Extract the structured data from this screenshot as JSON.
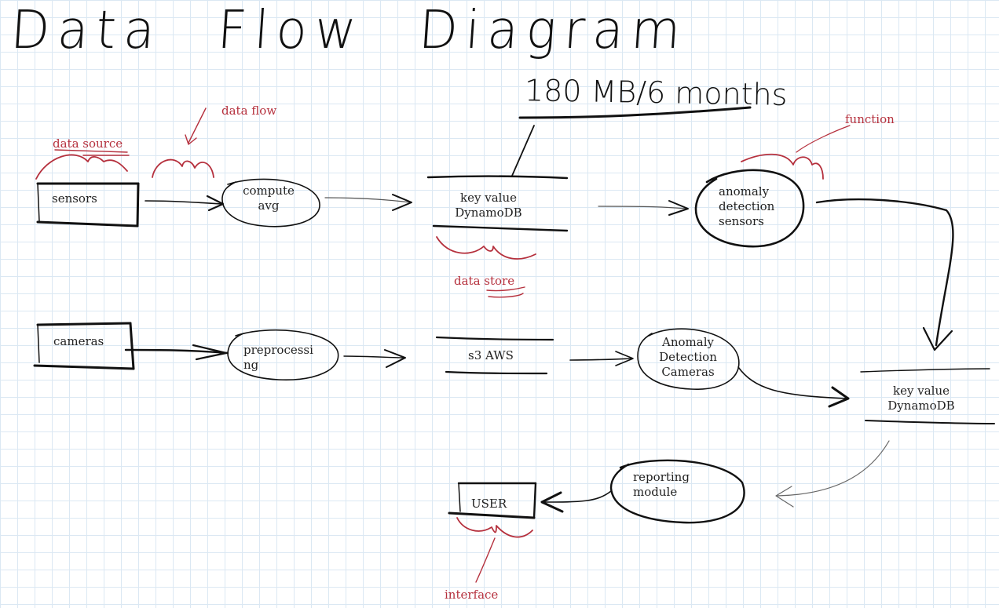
{
  "title": "Data Flow Diagram",
  "volume_note": "180 MB/6 months",
  "nodes": {
    "sensors": "sensors",
    "compute_avg": [
      "compute",
      "avg"
    ],
    "kv_dynamodb_top": [
      "key value",
      "DynamoDB"
    ],
    "anomaly_sensors": [
      "anomaly",
      "detection",
      "sensors"
    ],
    "cameras": "cameras",
    "preprocessing": [
      "preprocessi",
      "ng"
    ],
    "s3_aws": "s3 AWS",
    "anomaly_cameras": [
      "Anomaly",
      "Detection",
      "Cameras"
    ],
    "kv_dynamodb_right": [
      "key value",
      "DynamoDB"
    ],
    "reporting": [
      "reporting",
      "module"
    ],
    "user": "USER"
  },
  "annotations": {
    "data_source": "data source",
    "data_flow": "data flow",
    "function": "function",
    "data_store": "data store",
    "interface": "interface"
  },
  "colors": {
    "ink": "#111111",
    "annotation": "#b5303d",
    "grid": "#dbe8f3"
  }
}
